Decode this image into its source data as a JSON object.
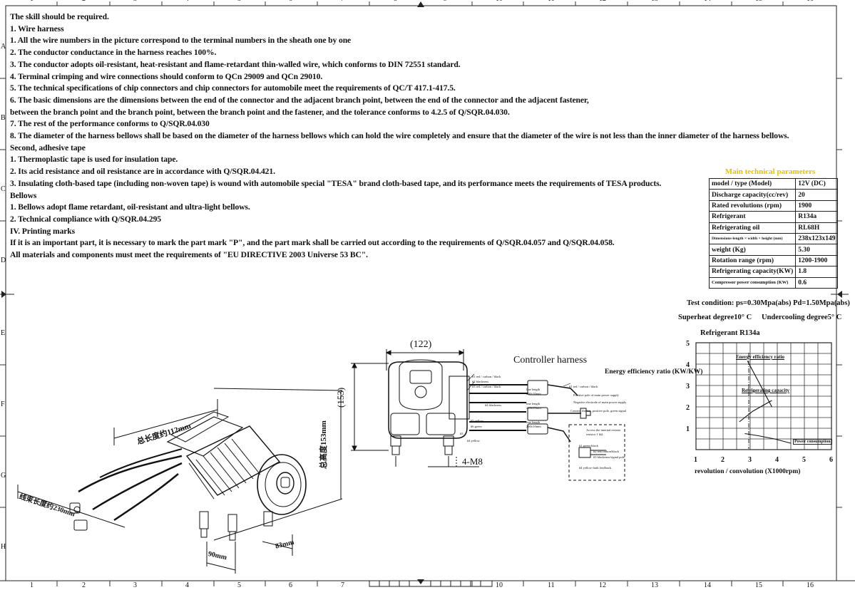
{
  "notes": [
    "The skill should be required.",
    "1. Wire harness",
    "1. All the wire numbers in the picture correspond to the terminal numbers in the sheath one by one",
    "2. The conductor conductance in the harness reaches 100%.",
    "3. The conductor adopts oil-resistant, heat-resistant and flame-retardant thin-walled wire, which conforms to DIN 72551 standard.",
    "4. Terminal crimping and wire connections should conform to QCn 29009 and QCn 29010.",
    "5. The technical specifications of chip connectors and chip connectors for automobile meet the requirements of QC/T 417.1-417.5.",
    "6. The basic dimensions are the dimensions between the end of the connector and the adjacent branch point, between the end of the connector and the adjacent fastener,",
    "between the branch point and the branch point, between the branch point and the fastener, and the tolerance conforms to 4.2.5 of Q/SQR.04.030.",
    "7. The rest of the performance conforms to Q/SQR.04.030",
    "8. The diameter of the harness bellows shall be based on the diameter of the harness bellows which can hold the wire completely and ensure that the diameter of the wire is not less than the inner diameter of the harness bellows.",
    "Second, adhesive tape",
    "1. Thermoplastic tape is used for insulation tape.",
    "2. Its acid resistance and oil resistance are in accordance with Q/SQR.04.421.",
    "3. Insulating cloth-based tape (including non-woven tape) is wound with automobile special \"TESA\" brand cloth-based tape, and its performance meets the requirements of TESA products.",
    "Bellows",
    "1. Bellows adopt flame retardant, oil-resistant and ultra-light bellows.",
    "2. Technical compliance with Q/SQR.04.295",
    "IV. Printing marks",
    "If it is an important part, it is necessary to mark the part mark \"P\", and the part mark shall be carried out according to the requirements of Q/SQR.04.057 and Q/SQR.04.058.",
    "All materials and components must meet the requirements of \"EU DIRECTIVE 2003 Universe 53 BC\"."
  ],
  "params": {
    "title": "Main technical parameters",
    "rows": [
      {
        "k": "model / type     (Model)",
        "v": "12V (DC)"
      },
      {
        "k": "Discharge capacity(cc/rev)",
        "v": "20"
      },
      {
        "k": "Rated revolutions  (rpm)",
        "v": "1900"
      },
      {
        "k": "Refrigerant",
        "v": "R134a"
      },
      {
        "k": "Refrigerating oil",
        "v": "RL68H"
      },
      {
        "k": "Dimensions-length × width × height (mm)",
        "v": "238x123x149"
      },
      {
        "k": "weight             (Kg)",
        "v": "5.30"
      },
      {
        "k": "Rotation range    (rpm)",
        "v": "1200-1900"
      },
      {
        "k": "Refrigerating capacity(KW)",
        "v": "1.8"
      },
      {
        "k": "Compressor power consumption  (KW)",
        "v": "0.6"
      }
    ]
  },
  "conditions": {
    "test": "Test condition: ps=0.30Mpa(abs)  Pd=1.50Mpa(abs)",
    "superheat": "Superheat degree10° C",
    "undercooling": "Undercooling degree5° C",
    "refrigerant": "Refrigerant R134a"
  },
  "chart_data": {
    "type": "line",
    "x_ticks": [
      "1",
      "2",
      "3",
      "4",
      "5",
      "6"
    ],
    "y_ticks": [
      "1",
      "2",
      "3",
      "4",
      "5"
    ],
    "xlim": [
      1,
      6
    ],
    "ylim": [
      0,
      5
    ],
    "xlabel": "revolution / convolution (X1000rpm)",
    "ylabel": "Energy efficiency ratio (KW/KW)",
    "grid": true,
    "series": [
      {
        "name": "Energy efficiency ratio",
        "x": [
          2.9,
          3.3,
          3.8
        ],
        "y": [
          4.15,
          3.2,
          2.0
        ]
      },
      {
        "name": "Refrigerating capacity",
        "x": [
          2.6,
          3.1,
          3.8
        ],
        "y": [
          1.3,
          1.8,
          2.3
        ]
      },
      {
        "name": "Power consumption",
        "x": [
          2.8,
          3.3,
          3.9,
          4.5
        ],
        "y": [
          0.75,
          0.65,
          0.5,
          0.3
        ]
      }
    ]
  },
  "drawing": {
    "controller_title": "Controller harness",
    "dim_122": "(122)",
    "dim_153": "(153)",
    "thread": "4-M8",
    "iso_len": "总长度约112mm",
    "iso_height": "总高度153mm",
    "iso_cable": "线束长度约230mm",
    "iso_90": "90mm",
    "iso_83": "83mm"
  },
  "border": {
    "top": [
      "1",
      "2",
      "3",
      "4",
      "5",
      "6",
      "7",
      "8",
      "9",
      "10",
      "11",
      "12",
      "13",
      "14",
      "15",
      "16"
    ],
    "bottom": [
      "1",
      "2",
      "3",
      "4",
      "5",
      "6",
      "7",
      "10",
      "11",
      "12",
      "13",
      "14",
      "15",
      "16"
    ],
    "left": [
      "A",
      "B",
      "C",
      "D",
      "E",
      "F",
      "G",
      "H"
    ]
  }
}
